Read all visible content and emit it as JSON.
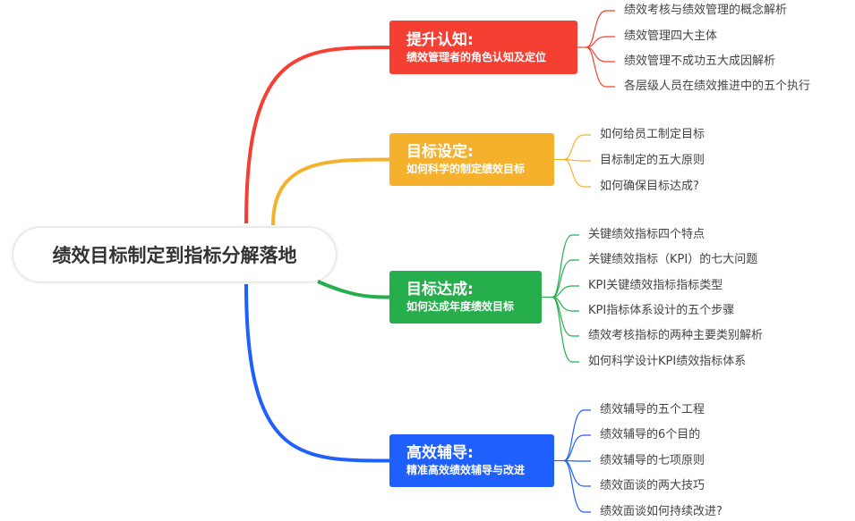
{
  "root": {
    "label": "绩效目标制定到指标分解落地"
  },
  "branches": [
    {
      "id": "cognition",
      "title": "提升认知:",
      "subtitle": "绩效管理者的角色认知及定位",
      "color": "#f53f32",
      "leaves": [
        "绩效考核与绩效管理的概念解析",
        "绩效管理四大主体",
        "绩效管理不成功五大成因解析",
        "各层级人员在绩效推进中的五个执行"
      ]
    },
    {
      "id": "goal-setting",
      "title": "目标设定:",
      "subtitle": "如何科学的制定绩效目标",
      "color": "#f5b12b",
      "leaves": [
        "如何给员工制定目标",
        "目标制定的五大原则",
        "如何确保目标达成?"
      ]
    },
    {
      "id": "goal-achieve",
      "title": "目标达成:",
      "subtitle": "如何达成年度绩效目标",
      "color": "#25ae4b",
      "leaves": [
        "关键绩效指标四个特点",
        "关键绩效指标（KPI）的七大问题",
        "KPI关键绩效指标指标类型",
        "KPI指标体系设计的五个步骤",
        "绩效考核指标的两种主要类别解析",
        "如何科学设计KPI绩效指标体系"
      ]
    },
    {
      "id": "coaching",
      "title": "高效辅导:",
      "subtitle": "精准高效绩效辅导与改进",
      "color": "#1f5ffb",
      "leaves": [
        "绩效辅导的五个工程",
        "绩效辅导的6个目的",
        "绩效辅导的七项原则",
        "绩效面谈的两大技巧",
        "绩效面谈如何持续改进?"
      ]
    }
  ]
}
